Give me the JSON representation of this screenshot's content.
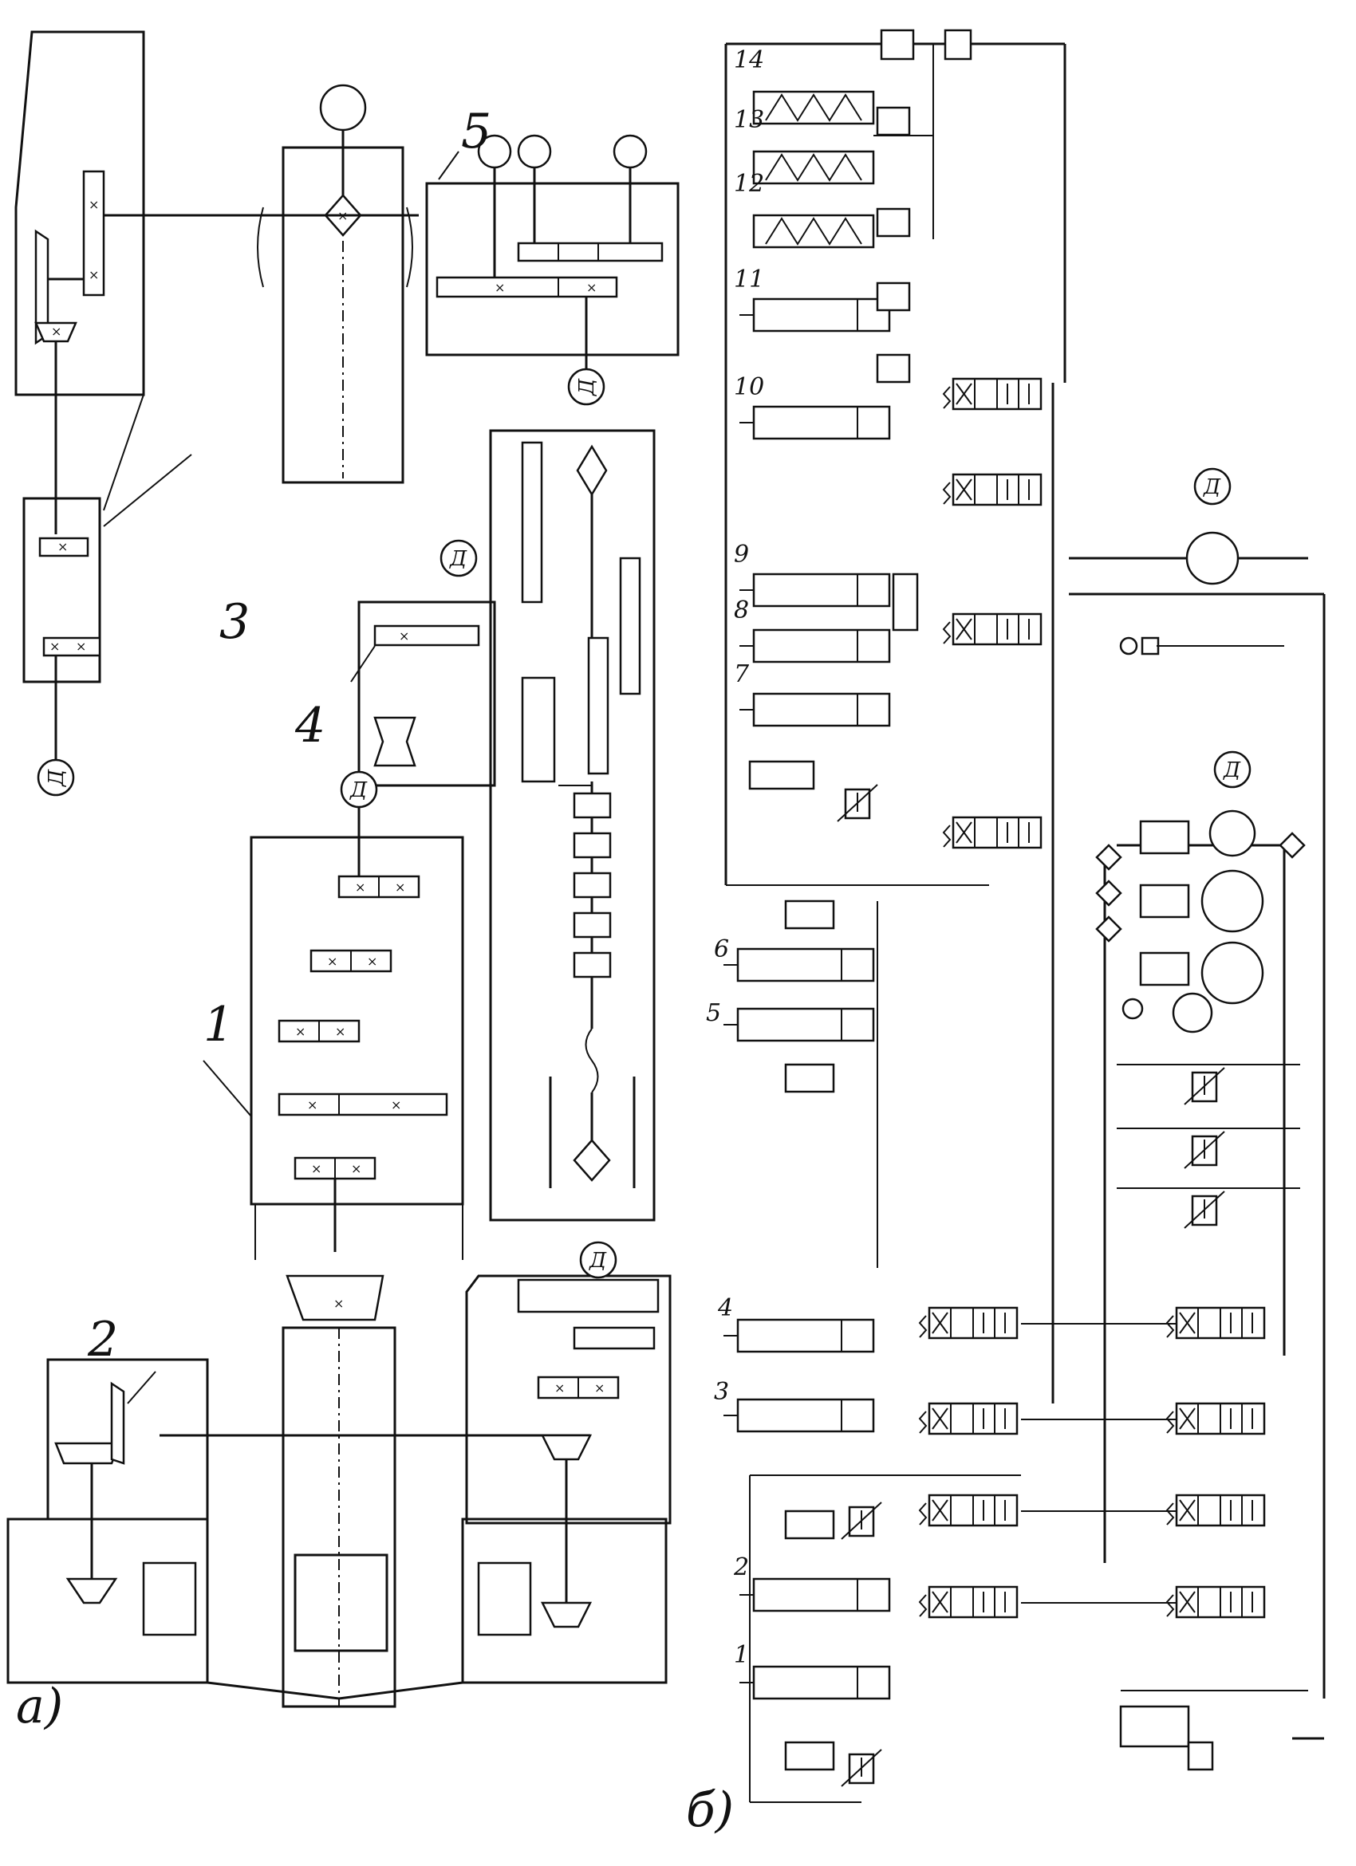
{
  "parts": {
    "a": "а)",
    "b": "б)"
  },
  "mechanical_labels": [
    "1",
    "2",
    "3",
    "4",
    "5"
  ],
  "motor_label": "Д",
  "cylinder_labels": [
    "1",
    "2",
    "3",
    "4",
    "5",
    "6",
    "7",
    "8",
    "9",
    "10",
    "11",
    "12",
    "13",
    "14"
  ]
}
